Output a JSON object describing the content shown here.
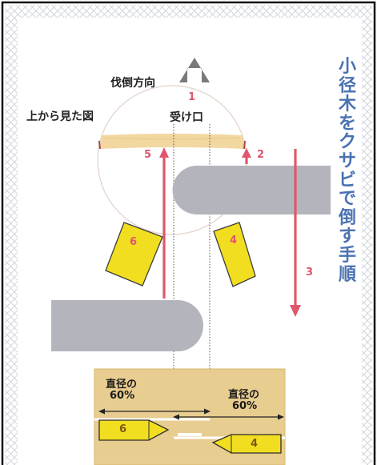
{
  "title": "小径木をクサビで倒す手順",
  "felling_direction": "伐倒方向",
  "view_label": "上から見た図",
  "notch_label": "受け口",
  "steps": [
    "1",
    "2",
    "3",
    "4",
    "5",
    "6"
  ],
  "wedge_labels": {
    "left": "6",
    "right": "4"
  },
  "diameter_note_left": [
    "直径の",
    "60%"
  ],
  "diameter_note_right": [
    "直径の",
    "60%"
  ],
  "colors": {
    "title": "#4a72b2",
    "arrow": "#e0566c",
    "wedge": "#f1de20",
    "saw": "#b4b5bc",
    "stump": "#e8cd90",
    "notch_band": "#f2d7a0",
    "direction_arrow": "#7a7a7a",
    "border": "#111111"
  }
}
